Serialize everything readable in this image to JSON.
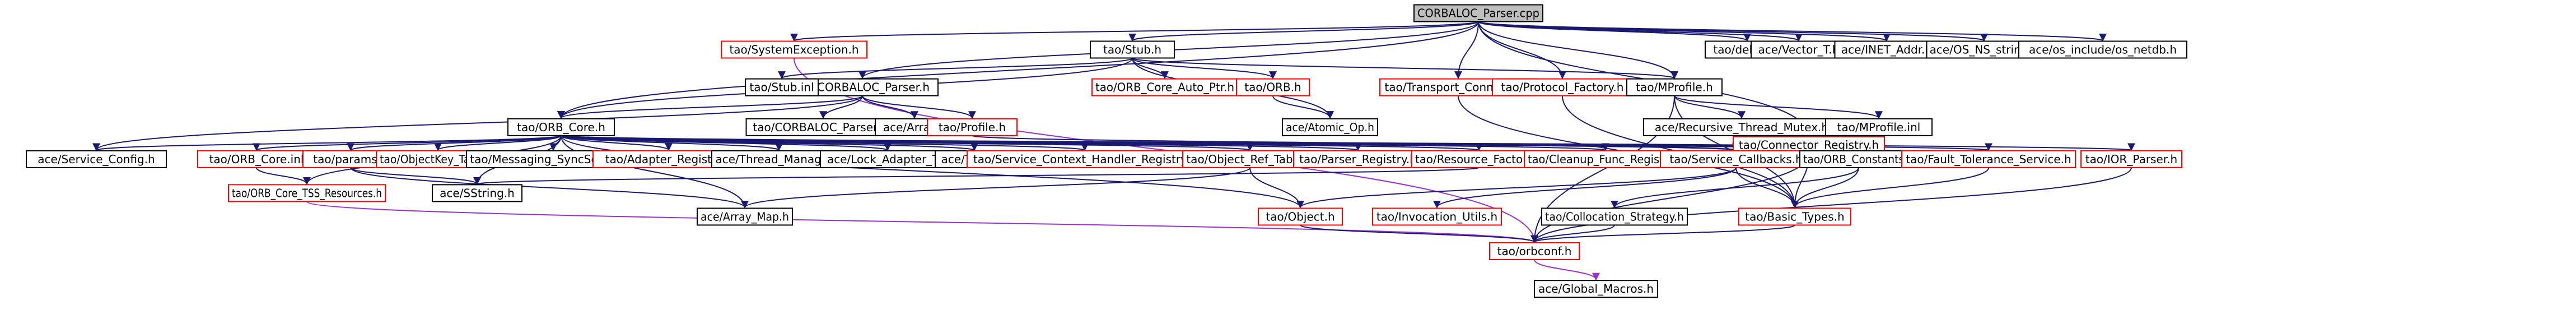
{
  "colors": {
    "root_fill": "#bfbfbf",
    "root_border": "#000000",
    "node_border_black": "#000000",
    "node_border_red": "#ff0000",
    "text": "#000000",
    "edge_blue": "#191970",
    "edge_purple": "#9a32cd"
  },
  "nodes": [
    {
      "id": "root",
      "label": "CORBALOC_Parser.cpp",
      "kind": "root"
    },
    {
      "id": "sysexc",
      "label": "tao/SystemException.h",
      "kind": "red"
    },
    {
      "id": "stubh",
      "label": "tao/Stub.h",
      "kind": "black"
    },
    {
      "id": "orbcore",
      "label": "tao/ORB_Core.h",
      "kind": "black"
    },
    {
      "id": "corbaloc",
      "label": "tao/CORBALOC_Parser.h",
      "kind": "black"
    },
    {
      "id": "transport",
      "label": "tao/Transport_Connector.h",
      "kind": "red"
    },
    {
      "id": "protocol",
      "label": "tao/Protocol_Factory.h",
      "kind": "red"
    },
    {
      "id": "mprofile",
      "label": "tao/MProfile.h",
      "kind": "black"
    },
    {
      "id": "connreg",
      "label": "tao/Connector_Registry.h",
      "kind": "red"
    },
    {
      "id": "debug",
      "label": "tao/debug.h",
      "kind": "black"
    },
    {
      "id": "vector",
      "label": "ace/Vector_T.h",
      "kind": "black"
    },
    {
      "id": "inetaddr",
      "label": "ace/INET_Addr.h",
      "kind": "black"
    },
    {
      "id": "osnsstring",
      "label": "ace/OS_NS_string.h",
      "kind": "black"
    },
    {
      "id": "netdb",
      "label": "ace/os_include/os_netdb.h",
      "kind": "black"
    },
    {
      "id": "coreautoptr",
      "label": "tao/ORB_Core_Auto_Ptr.h",
      "kind": "red"
    },
    {
      "id": "orbh",
      "label": "tao/ORB.h",
      "kind": "red"
    },
    {
      "id": "stubinl",
      "label": "tao/Stub.inl",
      "kind": "black"
    },
    {
      "id": "corbalocinl",
      "label": "tao/CORBALOC_Parser.inl",
      "kind": "black"
    },
    {
      "id": "arrayh",
      "label": "ace/Array.h",
      "kind": "black"
    },
    {
      "id": "profile",
      "label": "tao/Profile.h",
      "kind": "red"
    },
    {
      "id": "atomicop",
      "label": "ace/Atomic_Op.h",
      "kind": "black"
    },
    {
      "id": "recmutex",
      "label": "ace/Recursive_Thread_Mutex.h",
      "kind": "black"
    },
    {
      "id": "mprofileinl",
      "label": "tao/MProfile.inl",
      "kind": "black"
    },
    {
      "id": "svcconfig",
      "label": "ace/Service_Config.h",
      "kind": "black"
    },
    {
      "id": "orbcoreinl",
      "label": "tao/ORB_Core.inl",
      "kind": "red"
    },
    {
      "id": "params",
      "label": "tao/params.h",
      "kind": "red"
    },
    {
      "id": "objkeytable",
      "label": "tao/ObjectKey_Table.h",
      "kind": "red"
    },
    {
      "id": "msgsync",
      "label": "tao/Messaging_SyncScopeC.h",
      "kind": "black"
    },
    {
      "id": "adapterreg",
      "label": "tao/Adapter_Registry.h",
      "kind": "red"
    },
    {
      "id": "threadmgr",
      "label": "ace/Thread_Manager.h",
      "kind": "black"
    },
    {
      "id": "lockadapter",
      "label": "ace/Lock_Adapter_T.h",
      "kind": "black"
    },
    {
      "id": "tsst",
      "label": "ace/TSS_T.h",
      "kind": "black"
    },
    {
      "id": "svcctx",
      "label": "tao/Service_Context_Handler_Registry.h",
      "kind": "red"
    },
    {
      "id": "objreftable",
      "label": "tao/Object_Ref_Table.h",
      "kind": "red"
    },
    {
      "id": "parserreg",
      "label": "tao/Parser_Registry.h",
      "kind": "red"
    },
    {
      "id": "resfactory",
      "label": "tao/Resource_Factory.h",
      "kind": "red"
    },
    {
      "id": "cleanupreg",
      "label": "tao/Cleanup_Func_Registry.h",
      "kind": "red"
    },
    {
      "id": "svccallbacks",
      "label": "tao/Service_Callbacks.h",
      "kind": "red"
    },
    {
      "id": "orbconst",
      "label": "tao/ORB_Constants.h",
      "kind": "black"
    },
    {
      "id": "faulttol",
      "label": "tao/Fault_Tolerance_Service.h",
      "kind": "red"
    },
    {
      "id": "iorparser",
      "label": "tao/IOR_Parser.h",
      "kind": "red"
    },
    {
      "id": "tssres",
      "label": "tao/ORB_Core_TSS_Resources.h",
      "kind": "red"
    },
    {
      "id": "sstring",
      "label": "ace/SString.h",
      "kind": "black"
    },
    {
      "id": "arraymap",
      "label": "ace/Array_Map.h",
      "kind": "black"
    },
    {
      "id": "objecth",
      "label": "tao/Object.h",
      "kind": "red"
    },
    {
      "id": "invutils",
      "label": "tao/Invocation_Utils.h",
      "kind": "red"
    },
    {
      "id": "collocation",
      "label": "tao/Collocation_Strategy.h",
      "kind": "black"
    },
    {
      "id": "basictypes",
      "label": "tao/Basic_Types.h",
      "kind": "red"
    },
    {
      "id": "orbconf",
      "label": "tao/orbconf.h",
      "kind": "red"
    },
    {
      "id": "globalmacros",
      "label": "ace/Global_Macros.h",
      "kind": "black"
    }
  ]
}
